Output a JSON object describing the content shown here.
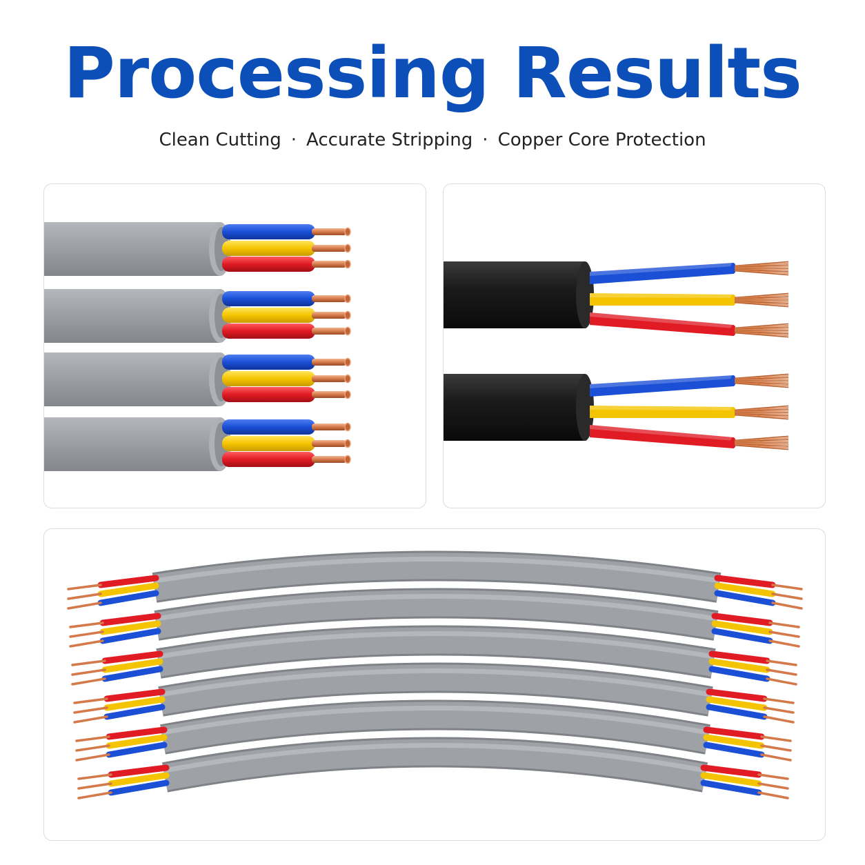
{
  "header": {
    "title": "Processing Results",
    "features": [
      "Clean Cutting",
      "Accurate Stripping",
      "Copper Core Protection"
    ],
    "separator": "·"
  },
  "colors": {
    "title": "#0d4fb8",
    "grey_sheath": "#9a9da1",
    "black_sheath": "#1b1b1b",
    "wire_blue": "#1a4fd6",
    "wire_yellow": "#f5c400",
    "wire_red": "#e01b24",
    "copper": "#d4794a"
  },
  "panels": [
    {
      "name": "grey-cable-panel",
      "image": "grey-multicore-cable-ends",
      "count": 4
    },
    {
      "name": "black-cable-panel",
      "image": "black-cable-stripped-ends",
      "count": 2
    },
    {
      "name": "curved-cable-panel",
      "image": "curved-grey-cables-both-ends-stripped",
      "count": 6
    }
  ]
}
